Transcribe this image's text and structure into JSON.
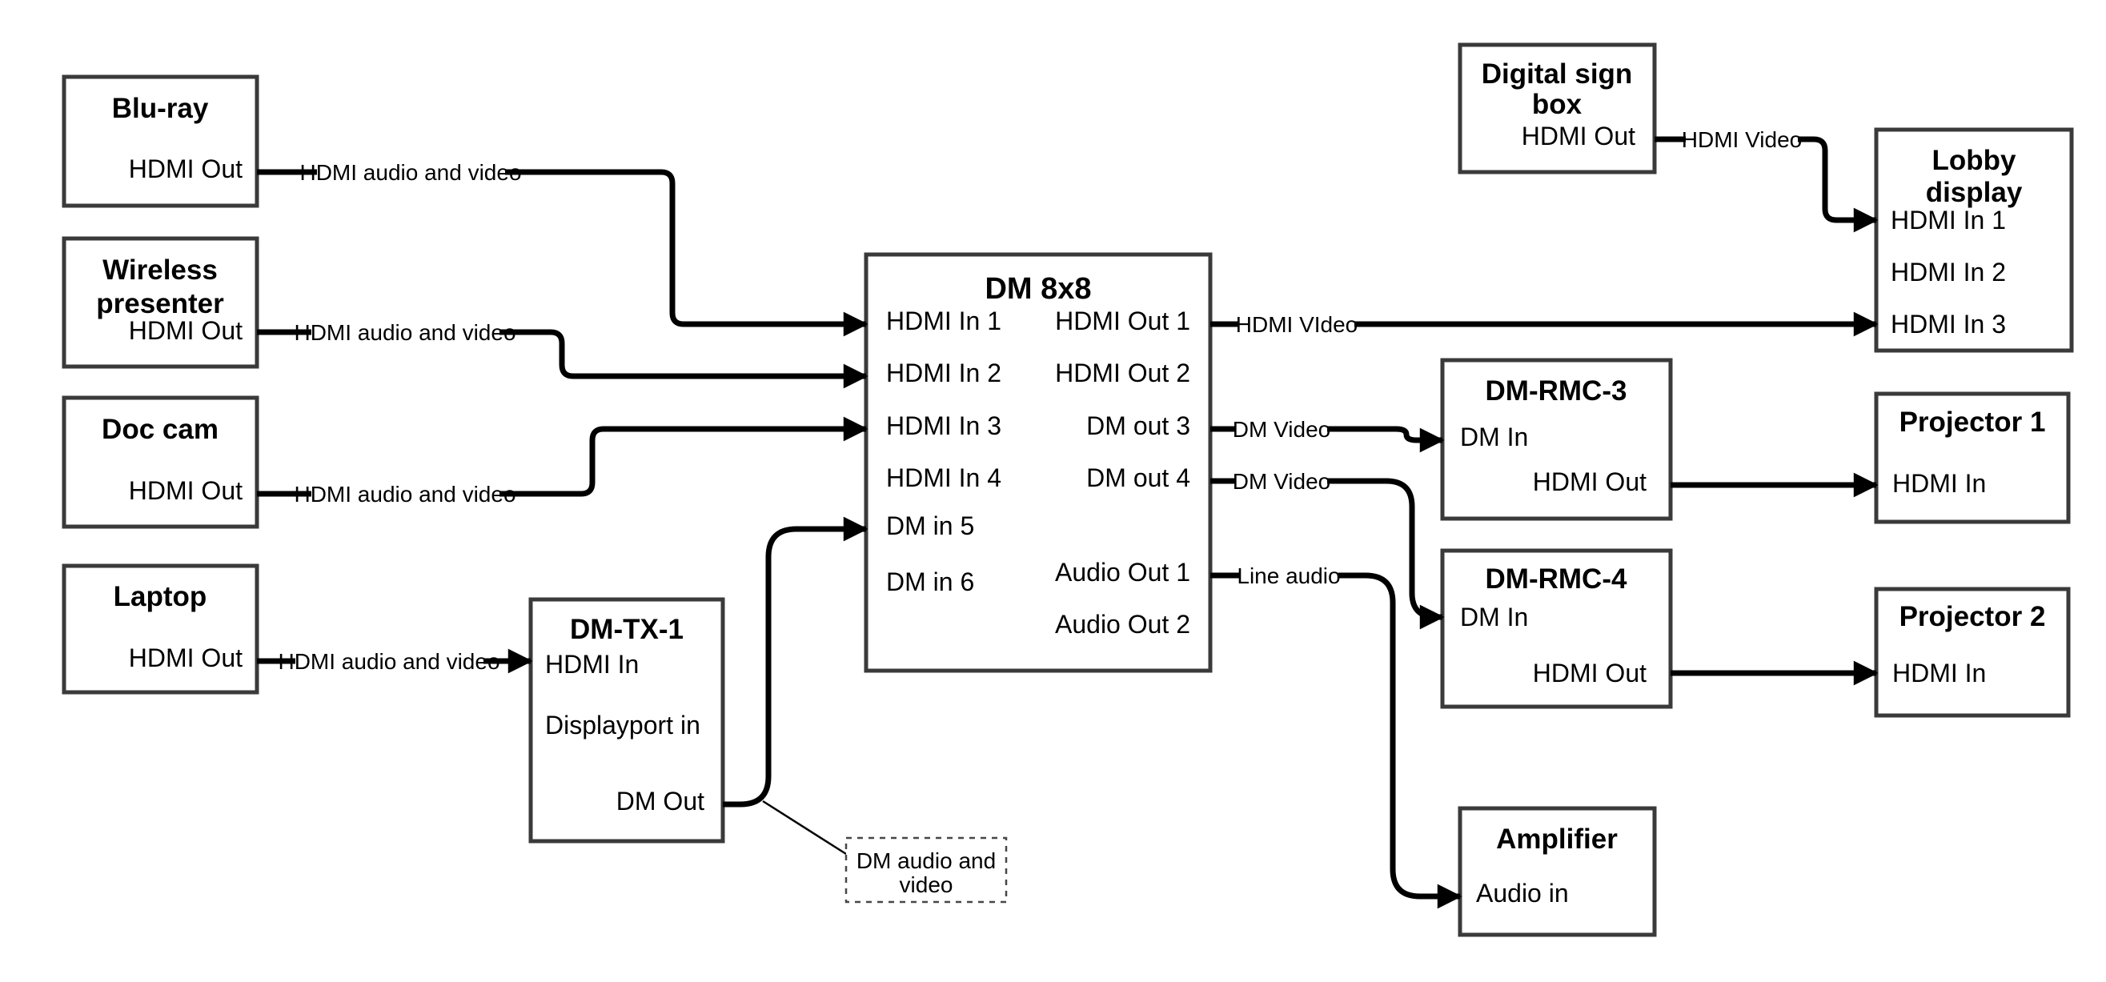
{
  "diagram": {
    "colors": {
      "background": "#ffffff",
      "line": "#000000",
      "box_border": "#3a3a3a",
      "text": "#000000"
    },
    "devices": {
      "bluray": {
        "title": "Blu-ray",
        "ports": {
          "hdmi_out": "HDMI Out"
        }
      },
      "wireless": {
        "title_line1": "Wireless",
        "title_line2": "presenter",
        "ports": {
          "hdmi_out": "HDMI Out"
        }
      },
      "doccam": {
        "title": "Doc cam",
        "ports": {
          "hdmi_out": "HDMI Out"
        }
      },
      "laptop": {
        "title": "Laptop",
        "ports": {
          "hdmi_out": "HDMI Out"
        }
      },
      "dmtx1": {
        "title": "DM-TX-1",
        "ports": {
          "hdmi_in": "HDMI In",
          "displayport_in": "Displayport in",
          "dm_out": "DM Out"
        }
      },
      "dm8x8": {
        "title": "DM 8x8",
        "ports": {
          "hdmi_in_1": "HDMI In 1",
          "hdmi_in_2": "HDMI In 2",
          "hdmi_in_3": "HDMI In 3",
          "hdmi_in_4": "HDMI In 4",
          "dm_in_5": "DM in 5",
          "dm_in_6": "DM in 6",
          "hdmi_out_1": "HDMI Out 1",
          "hdmi_out_2": "HDMI Out 2",
          "dm_out_3": "DM out 3",
          "dm_out_4": "DM out 4",
          "audio_out_1": "Audio Out 1",
          "audio_out_2": "Audio Out 2"
        }
      },
      "digital_sign": {
        "title_line1": "Digital sign",
        "title_line2": "box",
        "ports": {
          "hdmi_out": "HDMI Out"
        }
      },
      "lobby": {
        "title_line1": "Lobby",
        "title_line2": "display",
        "ports": {
          "hdmi_in_1": "HDMI In 1",
          "hdmi_in_2": "HDMI In 2",
          "hdmi_in_3": "HDMI In 3"
        }
      },
      "dmrmc3": {
        "title": "DM-RMC-3",
        "ports": {
          "dm_in": "DM In",
          "hdmi_out": "HDMI Out"
        }
      },
      "proj1": {
        "title": "Projector 1",
        "ports": {
          "hdmi_in": "HDMI In"
        }
      },
      "dmrmc4": {
        "title": "DM-RMC-4",
        "ports": {
          "dm_in": "DM In",
          "hdmi_out": "HDMI Out"
        }
      },
      "proj2": {
        "title": "Projector 2",
        "ports": {
          "hdmi_in": "HDMI In"
        }
      },
      "amplifier": {
        "title": "Amplifier",
        "ports": {
          "audio_in": "Audio in"
        }
      }
    },
    "connections": {
      "bluray_to_dm8x8": {
        "from": "Blu-ray HDMI Out",
        "to": "DM 8x8 HDMI In 1",
        "label": "HDMI audio and video"
      },
      "wireless_to_dm8x8": {
        "from": "Wireless presenter HDMI Out",
        "to": "DM 8x8 HDMI In 2",
        "label": "HDMI audio and video"
      },
      "doccam_to_dm8x8": {
        "from": "Doc cam HDMI Out",
        "to": "DM 8x8 HDMI In 3",
        "label": "HDMI audio and video"
      },
      "laptop_to_dmtx1": {
        "from": "Laptop HDMI Out",
        "to": "DM-TX-1 HDMI In",
        "label": "HDMI audio and video"
      },
      "dmtx1_to_dm8x8": {
        "from": "DM-TX-1 DM Out",
        "to": "DM 8x8 DM in 5",
        "label": ""
      },
      "digital_sign_to_lobby": {
        "from": "Digital sign box HDMI Out",
        "to": "Lobby display HDMI In 1",
        "label": "HDMI Video"
      },
      "dm8x8_to_lobby": {
        "from": "DM 8x8 HDMI Out 1",
        "to": "Lobby display HDMI In 3",
        "label": "HDMI VIdeo"
      },
      "dm8x8_to_dmrmc3": {
        "from": "DM 8x8 DM out 3",
        "to": "DM-RMC-3 DM In",
        "label": "DM Video"
      },
      "dm8x8_to_dmrmc4": {
        "from": "DM 8x8 DM out 4",
        "to": "DM-RMC-4 DM In",
        "label": "DM Video"
      },
      "dm8x8_to_amplifier": {
        "from": "DM 8x8 Audio Out 1",
        "to": "Amplifier Audio in",
        "label": "Line audio"
      },
      "dmrmc3_to_proj1": {
        "from": "DM-RMC-3 HDMI Out",
        "to": "Projector 1 HDMI In",
        "label": ""
      },
      "dmrmc4_to_proj2": {
        "from": "DM-RMC-4 HDMI Out",
        "to": "Projector 2 HDMI In",
        "label": ""
      }
    },
    "note": {
      "line1": "DM audio and",
      "line2": "video"
    }
  }
}
